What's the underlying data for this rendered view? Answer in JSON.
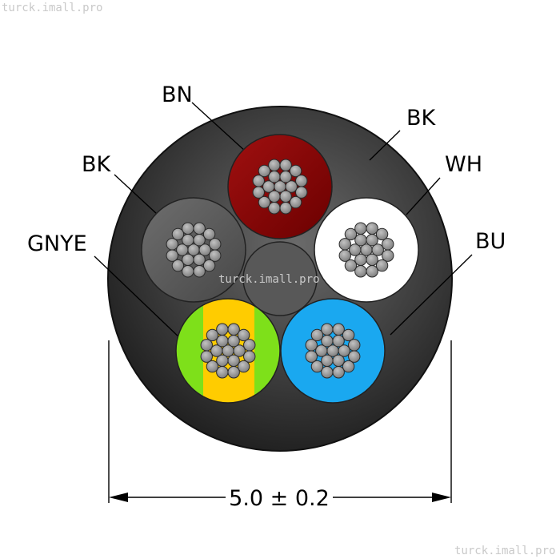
{
  "watermarks": {
    "top_left": "turck.imall.pro",
    "center": "turck.imall.pro",
    "bottom_right": "turck.imall.pro"
  },
  "labels": {
    "bn": "BN",
    "bk_top": "BK",
    "wh": "WH",
    "bk_left": "BK",
    "gnye": "GNYE",
    "bu": "BU"
  },
  "dimension": {
    "text": "5.0 ± 0.2"
  },
  "colors": {
    "jacket": "#3a3a3a",
    "brown": "#8b0a0a",
    "white": "#ffffff",
    "black_core": "#5a5a5a",
    "green": "#7ee01a",
    "yellow": "#ffcc00",
    "blue": "#1aa8f0",
    "filler": "#555555",
    "strand": "#9a9a9a"
  }
}
